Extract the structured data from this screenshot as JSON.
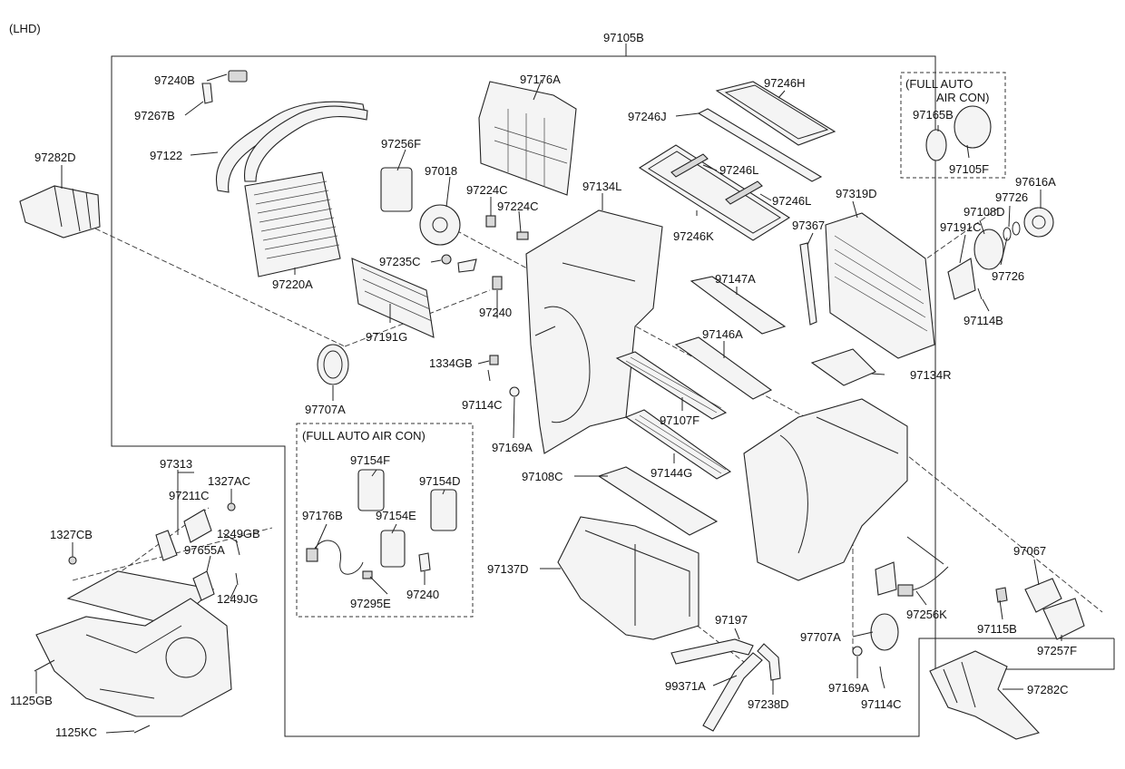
{
  "header": {
    "variant": "(LHD)",
    "assembly": "97105B"
  },
  "groups": {
    "full_auto_top": [
      "(FULL AUTO",
      "AIR CON)"
    ],
    "full_auto_mid": "(FULL AUTO AIR CON)"
  },
  "labels": [
    "97240B",
    "97267B",
    "97122",
    "97282D",
    "97220A",
    "97191G",
    "97707A",
    "97176A",
    "97256F",
    "97018",
    "97224C",
    "97224C",
    "97235C",
    "97240",
    "1334GB",
    "97114C",
    "97169A",
    "97134L",
    "97246J",
    "97246H",
    "97246L",
    "97246L",
    "97246K",
    "97147A",
    "97146A",
    "97107F",
    "97144G",
    "97108C",
    "97137D",
    "97197",
    "99371A",
    "97238D",
    "97319D",
    "97367",
    "97134R",
    "97165B",
    "97105F",
    "97616A",
    "97726",
    "97108D",
    "97191C",
    "97726",
    "97114B",
    "97067",
    "97115B",
    "97257F",
    "97256K",
    "97707A",
    "97169A",
    "97114C",
    "97282C",
    "97154F",
    "97176B",
    "97154E",
    "97154D",
    "97295E",
    "97240",
    "97313",
    "97211C",
    "1327AC",
    "1327CB",
    "1249GB",
    "97655A",
    "1249JG",
    "1125GB",
    "1125KC"
  ]
}
